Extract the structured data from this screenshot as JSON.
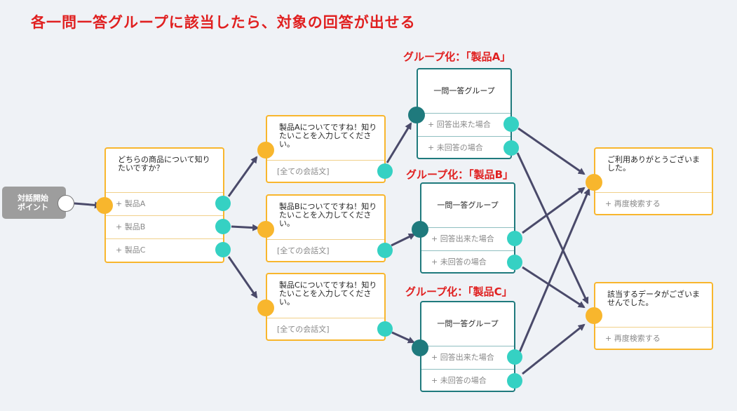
{
  "title": "各一問一答グループに該当したら、対象の回答が出せる",
  "group_labels": {
    "a": "グループ化：「製品A」",
    "b": "グループ化：「製品B」",
    "c": "グループ化：「製品C」"
  },
  "start": {
    "line1": "対話開始",
    "line2": "ポイント"
  },
  "question": {
    "text": "どちらの商品について知りたいですか？",
    "options": [
      "+ 製品A",
      "+ 製品B",
      "+ 製品C"
    ]
  },
  "product_nodes": [
    {
      "text": "製品Aについてですね！知りたいことを入力してください。",
      "option": "[全ての会話文]"
    },
    {
      "text": "製品Bについてですね！知りたいことを入力してください。",
      "option": "[全ての会話文]"
    },
    {
      "text": "製品Cについてですね！知りたいことを入力してください。",
      "option": "[全ての会話文]"
    }
  ],
  "qa_groups": [
    {
      "title": "一問一答グループ",
      "options": [
        "+ 回答出来た場合",
        "+ 未回答の場合"
      ]
    },
    {
      "title": "一問一答グループ",
      "options": [
        "+ 回答出来た場合",
        "+ 未回答の場合"
      ]
    },
    {
      "title": "一問一答グループ",
      "options": [
        "+ 回答出来た場合",
        "+ 未回答の場合"
      ]
    }
  ],
  "results": [
    {
      "text": "ご利用ありがとうございました。",
      "option": "+ 再度検索する"
    },
    {
      "text": "該当するデータがございませんでした。",
      "option": "+ 再度検索する"
    }
  ],
  "colors": {
    "accent": "#e02020",
    "node_border": "#f8b62d",
    "group_border": "#1f7a7d",
    "port_out": "#35d1c3",
    "arrow": "#4a4a6a"
  }
}
